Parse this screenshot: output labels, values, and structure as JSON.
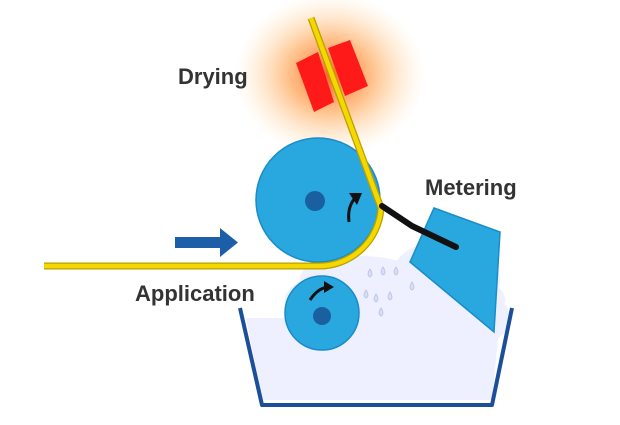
{
  "labels": {
    "drying": "Drying",
    "metering": "Metering",
    "application": "Application"
  },
  "colors": {
    "roller": "#29a8e0",
    "roller_outline": "#1a8cc8",
    "roller_hub": "#1a5fa0",
    "web": "#f5d800",
    "web_outline": "#b8a000",
    "heater": "#ff1a1a",
    "heater_glow": "#ffb060",
    "blade": "#111111",
    "trough": "#1c4f9a",
    "liquid": "#eef0ff",
    "direction_arrow": "#1c5fa8",
    "label_text": "#333333"
  },
  "icons": [
    "rotation-arrow-icon",
    "direction-arrow-icon",
    "heater-icon",
    "droplet-icon"
  ]
}
